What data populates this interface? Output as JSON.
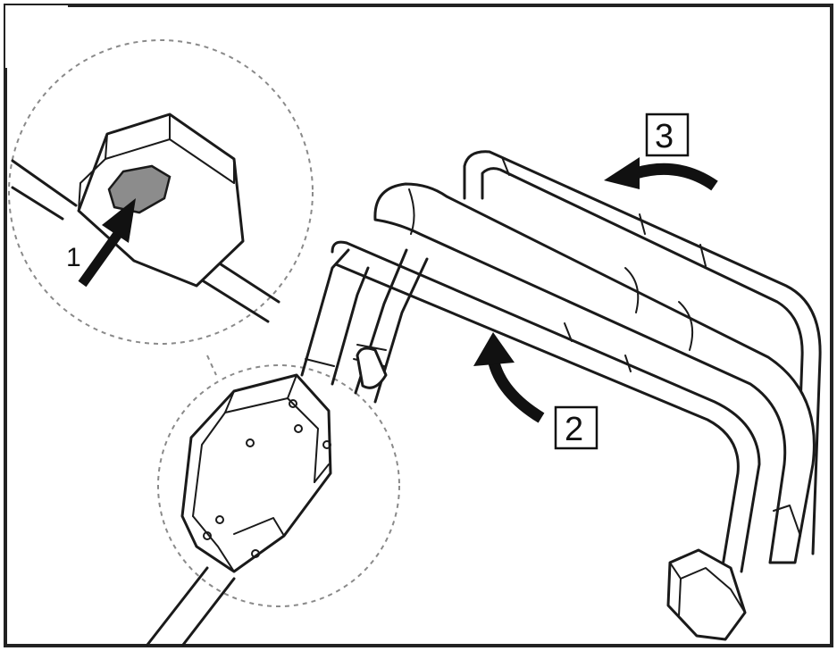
{
  "steps": {
    "step1": "1",
    "step2": "2",
    "step3": "3"
  },
  "colors": {
    "line": "#1a1a1a",
    "button": "#8c8c8c",
    "dashed_circle": "#8a8a8a"
  }
}
